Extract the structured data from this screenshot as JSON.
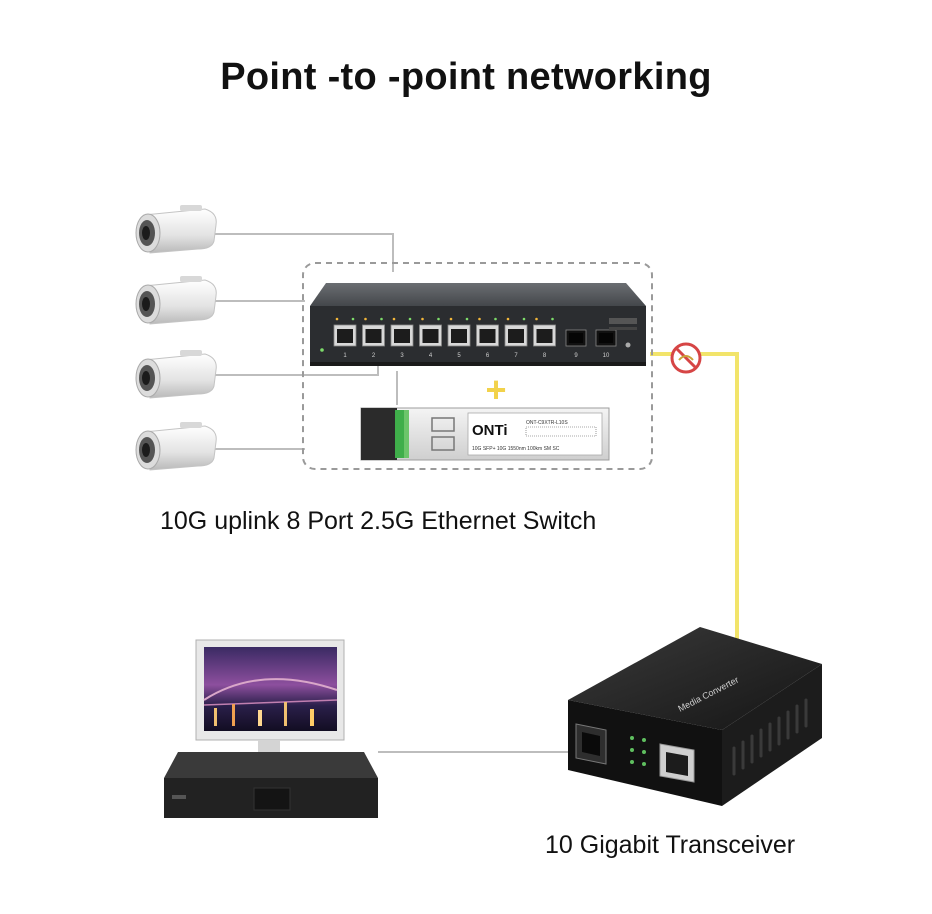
{
  "title": "Point -to -point networking",
  "switch": {
    "caption": "10G uplink 8 Port 2.5G Ethernet Switch",
    "port_labels": [
      "1",
      "2",
      "3",
      "4",
      "5",
      "6",
      "7",
      "8"
    ],
    "sfp_labels": [
      "9",
      "10"
    ]
  },
  "sfp_module": {
    "brand": "ONTi",
    "model": "ONT-C9XTR-L10S",
    "spec": "10G SFP+ 10G 1550nm 100km SM SC"
  },
  "plus_sign": "+",
  "transceiver": {
    "caption": "10 Gigabit Transceiver",
    "label": "Media Converter"
  },
  "colors": {
    "fiber": "#f2e46a",
    "copper_line": "#bdbdbd",
    "dashed_box": "#9a9a9a",
    "plus": "#f2d24a",
    "no_sign": "#d64545",
    "sfp_latch": "#3fae4a"
  }
}
